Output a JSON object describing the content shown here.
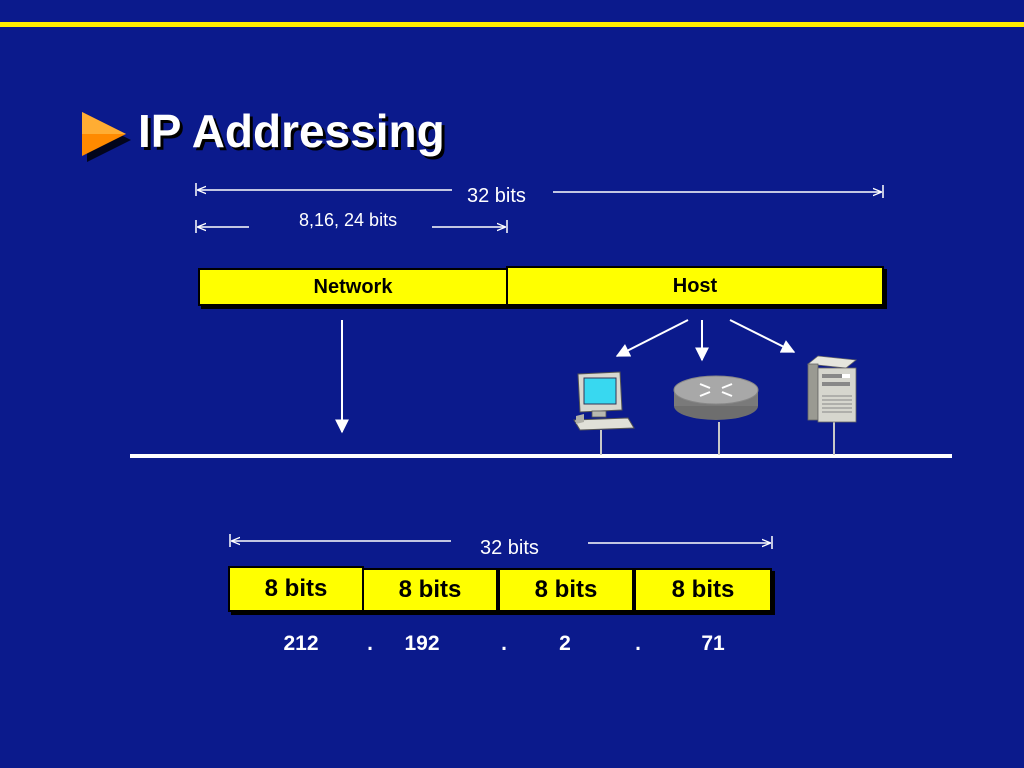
{
  "title": "IP Addressing",
  "top_ruler": {
    "total_label": "32 bits",
    "network_label": "8,16, 24 bits"
  },
  "address_parts": {
    "network": "Network",
    "host": "Host"
  },
  "bottom_ruler": {
    "total_label": "32 bits"
  },
  "octets": [
    {
      "label": "8 bits",
      "value": "212"
    },
    {
      "label": "8 bits",
      "value": "192"
    },
    {
      "label": "8 bits",
      "value": "2"
    },
    {
      "label": "8 bits",
      "value": "71"
    }
  ],
  "separators": [
    ".",
    ".",
    "."
  ],
  "icons": [
    "workstation-icon",
    "router-icon",
    "server-icon"
  ],
  "colors": {
    "background": "#0b1a8c",
    "accent": "#ffee00",
    "box_fill": "#ffff00",
    "bullet": "#ff8a00"
  }
}
